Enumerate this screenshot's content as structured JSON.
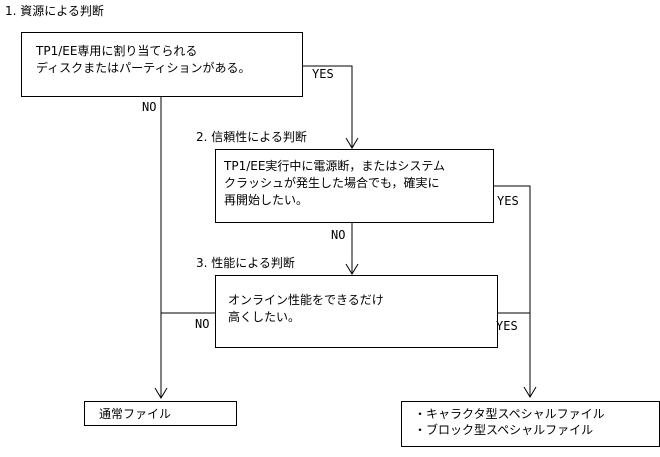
{
  "section1": {
    "heading": "1. 資源による判断"
  },
  "section2": {
    "heading": "2. 信頼性による判断"
  },
  "section3": {
    "heading": "3. 性能による判断"
  },
  "q1": {
    "lines": [
      "TP1/EE専用に割り当てられる",
      "ディスクまたはパーティションがある。"
    ]
  },
  "q2": {
    "lines": [
      "TP1/EE実行中に電源断，またはシステム",
      "クラッシュが発生した場合でも，確実に",
      "再開始したい。"
    ]
  },
  "q3": {
    "lines": [
      "オンライン性能をできるだけ",
      "高くしたい。"
    ]
  },
  "labels": {
    "yes": "YES",
    "no": "NO"
  },
  "result_normal": {
    "text": "通常ファイル"
  },
  "result_special": {
    "lines": [
      "・キャラクタ型スペシャルファイル",
      "・ブロック型スペシャルファイル"
    ]
  }
}
